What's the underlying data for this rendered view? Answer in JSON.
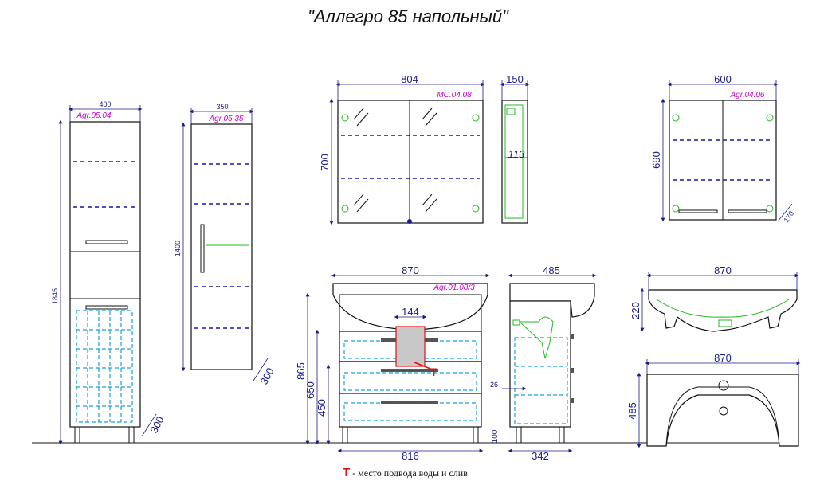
{
  "title": "\"Аллегро 85 напольный\"",
  "legend": {
    "marker": "T",
    "text": " - место подвода воды и слив"
  },
  "labels": {
    "tall_cabinet": "Agr.05.04",
    "narrow_cabinet": "Agr.05.35",
    "mirror_cabinet": "MC.04.08",
    "small_mirror": "Agr.04.06",
    "vanity": "Agr.01.08/3"
  },
  "dimensions": {
    "tall_width": "400",
    "tall_height": "1845",
    "tall_depth": "300",
    "narrow_width": "350",
    "narrow_height": "1400",
    "narrow_depth": "300",
    "mirror_width": "804",
    "mirror_height": "700",
    "mirror_depth": "150",
    "mirror_inner_depth": "113",
    "small_width": "600",
    "small_height": "690",
    "small_depth": "170",
    "vanity_top_width": "870",
    "vanity_height": "865",
    "vanity_650": "650",
    "vanity_450": "450",
    "vanity_bottom": "816",
    "vanity_leg": "100",
    "pipe_zone": "144",
    "side_depth": "485",
    "side_bottom": "342",
    "side_26": "26",
    "sink_width": "870",
    "sink_height": "220",
    "top_width": "870",
    "top_depth": "485"
  }
}
